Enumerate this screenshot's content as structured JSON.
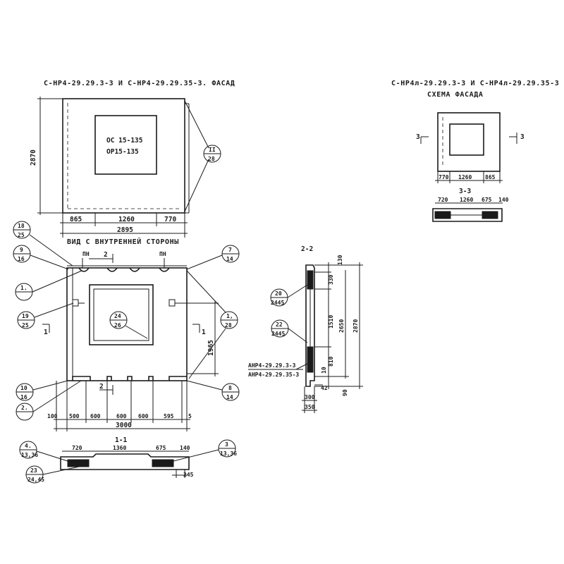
{
  "titles": {
    "main": "С-НР4-29.29.3-3  И  С-НР4-29.29.35-3. ФАСАД",
    "right": "С-НР4л-29.29.3-3 И С-НР4л-29.29.35-3",
    "right_sub": "СХЕМА ФАСАДА",
    "inner_view": "ВИД С ВНУТРЕННЕЙ СТОРОНЫ",
    "sec_22": "2-2",
    "sec_11": "1-1",
    "sec_33": "3-3"
  },
  "facade": {
    "window_1": "ОС 15-135",
    "window_2": "ОР15-135",
    "height": "2870",
    "dims": [
      "865",
      "1260",
      "770"
    ],
    "total": "2895",
    "callout_top": "II",
    "callout_bot": "28"
  },
  "inner": {
    "pn_left": "ПН",
    "pn_right": "ПН",
    "cut2_top": "2",
    "cut2_bot": "2",
    "cut1_left": "1",
    "cut1_right": "1",
    "dim_1965": "1965",
    "dims": [
      "100",
      "500",
      "600",
      "600",
      "600",
      "595",
      "5"
    ],
    "total": "3000",
    "center_top": "24",
    "center_bot": "26"
  },
  "callouts": [
    {
      "top": "18",
      "bot": "25"
    },
    {
      "top": "9",
      "bot": "16"
    },
    {
      "top": "1.",
      "bot": ""
    },
    {
      "top": "19",
      "bot": "25"
    },
    {
      "top": "10",
      "bot": "16"
    },
    {
      "top": "2.",
      "bot": ""
    },
    {
      "top": "7",
      "bot": "14"
    },
    {
      "top": "1,",
      "bot": "28"
    },
    {
      "top": "8",
      "bot": "14"
    },
    {
      "top": "4.",
      "bot": "13,36"
    },
    {
      "top": "3",
      "bot": "13,36"
    },
    {
      "top": "23",
      "bot": "24,45"
    },
    {
      "top": "20",
      "bot": "2445"
    },
    {
      "top": "22",
      "bot": "2445"
    }
  ],
  "section22": {
    "dims_right": [
      "130",
      "330",
      "1510",
      "810",
      "90"
    ],
    "dim_mid": "2650",
    "dim_total": "2870",
    "dim_10": "10",
    "dim_42": "42",
    "dim_300": "300",
    "dim_350": "350",
    "label_1": "АНР4-29.29.3-3",
    "label_2": "АНР4-29.29.35-3"
  },
  "section11": {
    "dims": [
      "720",
      "1360",
      "675",
      "140"
    ],
    "dim_245": "245"
  },
  "right_facade": {
    "cut_left": "3",
    "cut_right": "3",
    "dims": [
      "770",
      "1260",
      "865"
    ],
    "sec_dims": [
      "720",
      "1260",
      "675",
      "140"
    ]
  }
}
